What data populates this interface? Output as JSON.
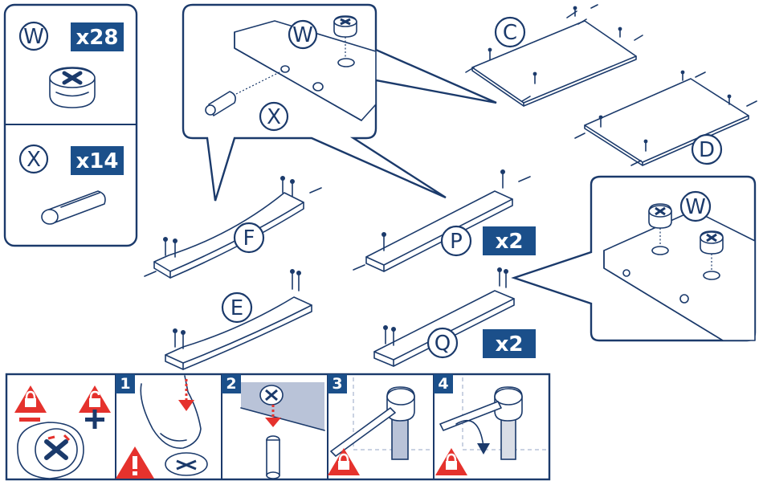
{
  "hardware": [
    {
      "letter": "W",
      "quantity": "x28",
      "icon": "cam-lock-icon"
    },
    {
      "letter": "X",
      "quantity": "x14",
      "icon": "wood-dowel-icon"
    }
  ],
  "callouts": {
    "top": {
      "labels": [
        "W",
        "X"
      ]
    },
    "right": {
      "labels": [
        "W"
      ]
    }
  },
  "parts": [
    {
      "letter": "C"
    },
    {
      "letter": "D"
    },
    {
      "letter": "F"
    },
    {
      "letter": "P",
      "quantity": "x2"
    },
    {
      "letter": "E"
    },
    {
      "letter": "Q",
      "quantity": "x2"
    }
  ],
  "steps": [
    {
      "number": "",
      "icons": [
        "lock-closed-warning-icon",
        "lock-open-warning-icon",
        "minus-icon",
        "plus-icon"
      ]
    },
    {
      "number": "1",
      "icons": [
        "finger-press-icon",
        "down-arrow-icon",
        "warning-triangle-icon"
      ]
    },
    {
      "number": "2",
      "icons": [
        "cam-insert-icon",
        "down-arrow-icon"
      ]
    },
    {
      "number": "3",
      "icons": [
        "screwdriver-icon",
        "lock-warning-icon"
      ]
    },
    {
      "number": "4",
      "icons": [
        "screwdriver-turn-icon",
        "curved-arrow-icon",
        "lock-warning-icon"
      ]
    }
  ],
  "colors": {
    "navy": "#1b4f8a",
    "outline": "#1b3a6b",
    "warning": "#e5322d"
  }
}
